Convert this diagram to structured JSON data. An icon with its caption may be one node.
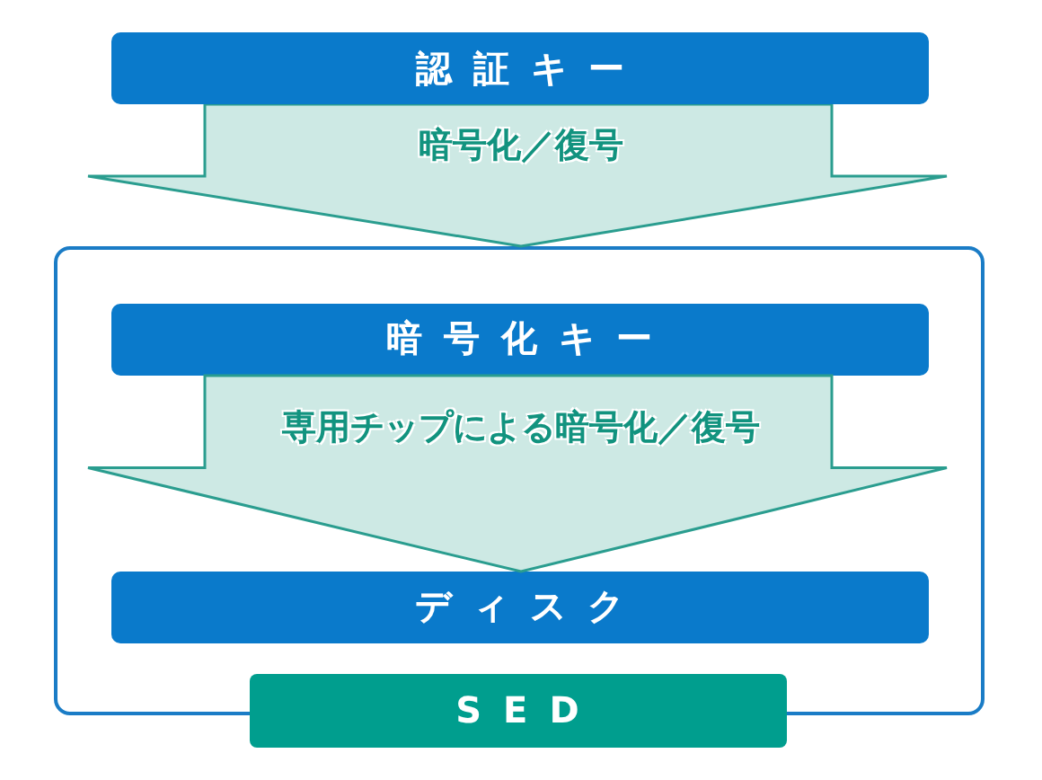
{
  "diagram": {
    "nodes": [
      {
        "text": [
          "認証キー"
        ]
      },
      {
        "text": [
          "SED"
        ]
      },
      {
        "text": [
          "暗号化キー"
        ],
        "in": 1
      },
      {
        "text": [
          "ディスク"
        ],
        "in": 1
      }
    ],
    "edges": [
      {
        "from": 0,
        "to": 1,
        "arrow": "to",
        "label": "暗号化／復号"
      },
      {
        "from": 2,
        "to": 3,
        "arrow": "to",
        "label": "専用チップによる暗号化／復号"
      }
    ]
  }
}
